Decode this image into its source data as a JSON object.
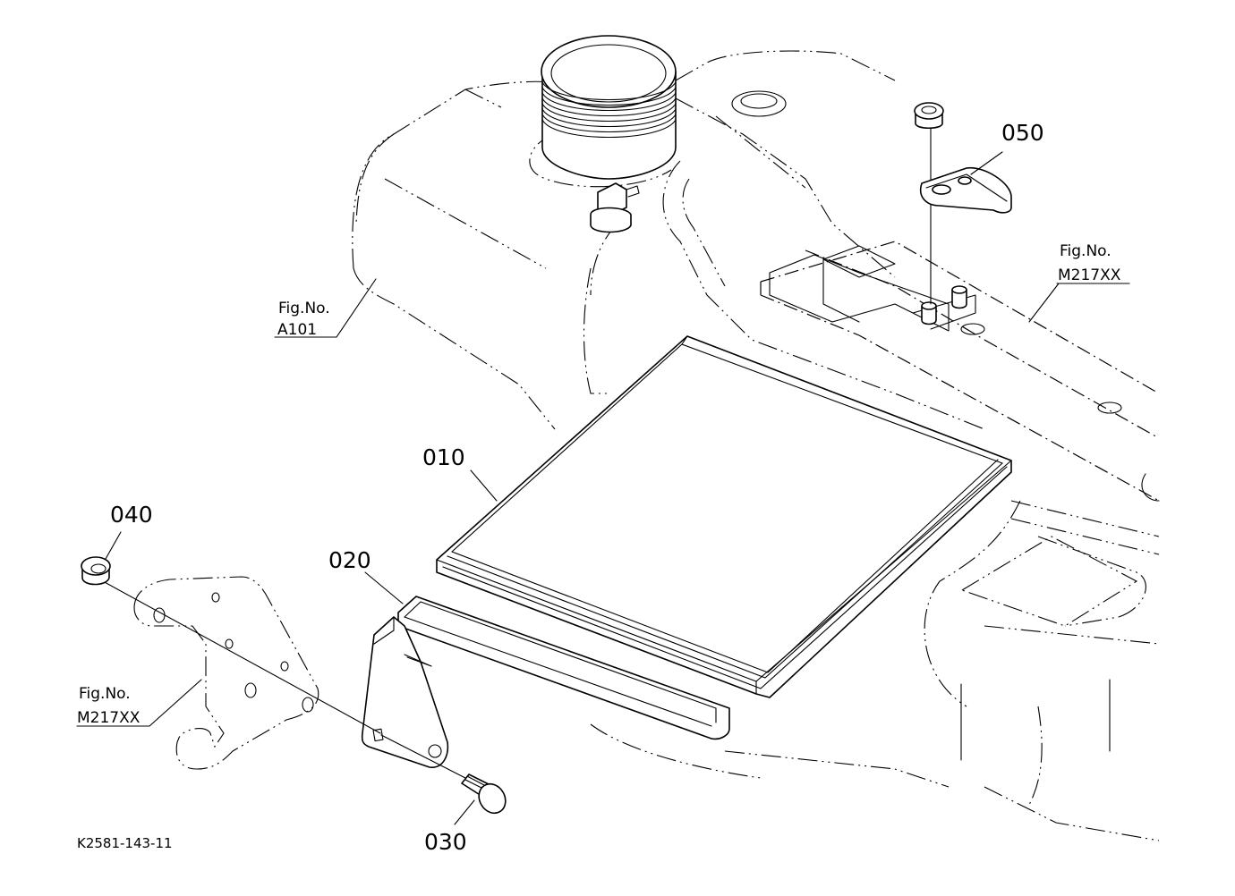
{
  "diagram_id": "K2581-143-11",
  "parts": {
    "p010": "010",
    "p020": "020",
    "p030": "030",
    "p040": "040",
    "p050": "050"
  },
  "fig_refs": {
    "fuel_tank": {
      "label": "Fig.No.",
      "number": "A101"
    },
    "bracket": {
      "label": "Fig.No.",
      "number": "M217XX"
    },
    "frame": {
      "label": "Fig.No.",
      "number": "M217XX"
    }
  }
}
